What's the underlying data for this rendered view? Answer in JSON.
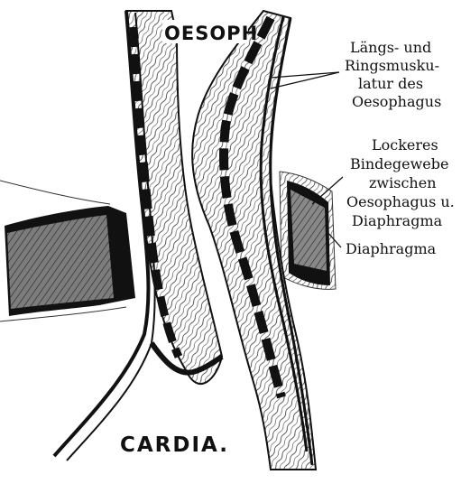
{
  "figure": {
    "top_label": "OESOPH",
    "bottom_label": "CARDIA.",
    "annotations": [
      {
        "lines": [
          "Längs- und",
          "Ringsmusku-",
          "latur des",
          "Oesophagus"
        ]
      },
      {
        "lines": [
          "Lockeres",
          "Bindegewebe",
          "zwischen",
          "Oesophagus u.",
          "Diaphragma"
        ]
      },
      {
        "lines": [
          "Diaphragma"
        ]
      }
    ]
  }
}
